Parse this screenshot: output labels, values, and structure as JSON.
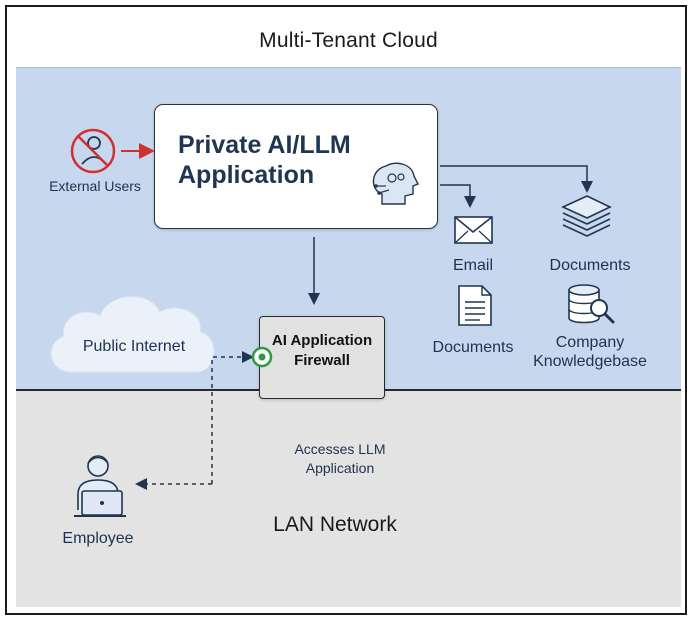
{
  "diagram": {
    "title": "Multi-Tenant Cloud",
    "llm_app": {
      "line1": "Private AI/LLM",
      "line2": "Application",
      "icon": "brain-head-icon"
    },
    "external_users": {
      "label": "External Users",
      "icon": "blocked-user-icon"
    },
    "email": {
      "label": "Email",
      "icon": "envelope-icon"
    },
    "documents_top": {
      "label": "Documents",
      "icon": "layers-stack-icon"
    },
    "documents_file": {
      "label": "Documents",
      "icon": "document-icon"
    },
    "knowledgebase": {
      "line1": "Company",
      "line2": "Knowledgebase",
      "icon": "database-search-icon"
    },
    "public_internet": {
      "label": "Public Internet",
      "icon": "cloud-icon"
    },
    "firewall": {
      "line1": "AI Application",
      "line2": "Firewall",
      "icon": "power-ring-icon"
    },
    "access_note": {
      "line1": "Accesses LLM",
      "line2": "Application"
    },
    "lan": {
      "label": "LAN Network"
    },
    "employee": {
      "label": "Employee",
      "icon": "employee-laptop-icon"
    },
    "colors": {
      "cloud_zone": "#c7d8ee",
      "lan_zone": "#e3e3e3",
      "navy": "#1f3551",
      "blocked_red": "#d0312d",
      "firewall_green": "#2e9a3c"
    }
  }
}
